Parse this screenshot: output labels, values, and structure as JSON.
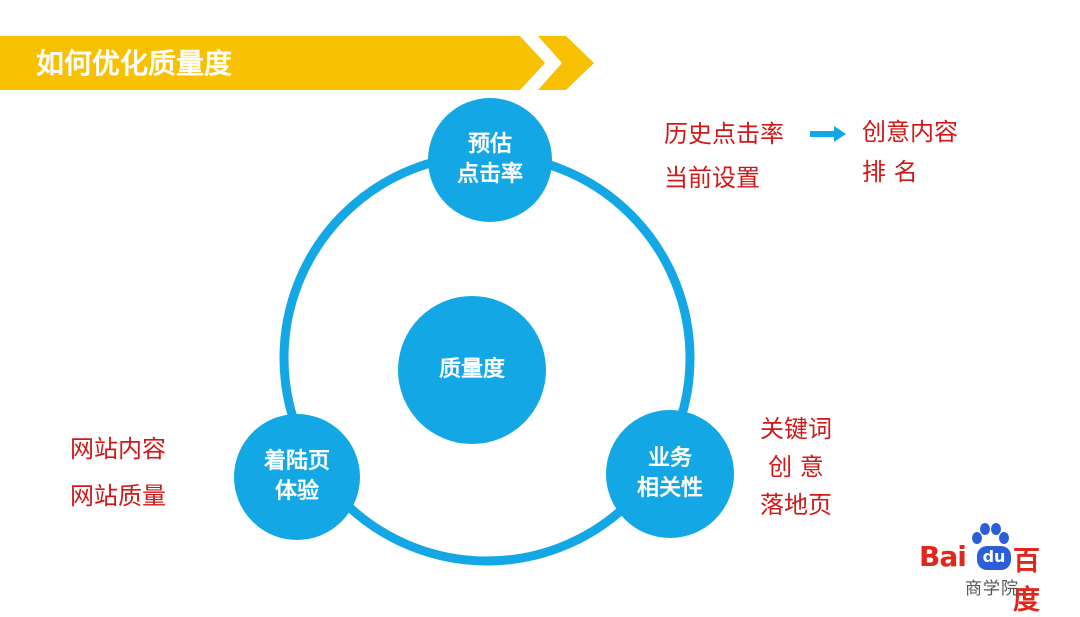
{
  "title": "如何优化质量度",
  "center": {
    "label": "质量度"
  },
  "nodes": [
    {
      "id": "ctr",
      "label": "预估\n点击率"
    },
    {
      "id": "landing",
      "label": "着陆页\n体验"
    },
    {
      "id": "relevance",
      "label": "业务\n相关性"
    }
  ],
  "notes": {
    "ctr_left": [
      "历史点击率",
      "当前设置"
    ],
    "ctr_right": [
      "创意内容",
      "排  名"
    ],
    "landing": [
      "网站内容",
      "网站质量"
    ],
    "relevance": [
      "关键词",
      "创  意",
      "落地页"
    ]
  },
  "logo": {
    "brand_latin": "Bai",
    "brand_mark": "du",
    "brand_cn": "百度",
    "sub": "商学院"
  },
  "colors": {
    "banner": "#f7c000",
    "circle": "#13a7e6",
    "note_text": "#d01818",
    "arrow": "#13a7e6"
  },
  "icons": {
    "arrow": "arrow-right-icon",
    "paw": "baidu-paw-icon"
  }
}
